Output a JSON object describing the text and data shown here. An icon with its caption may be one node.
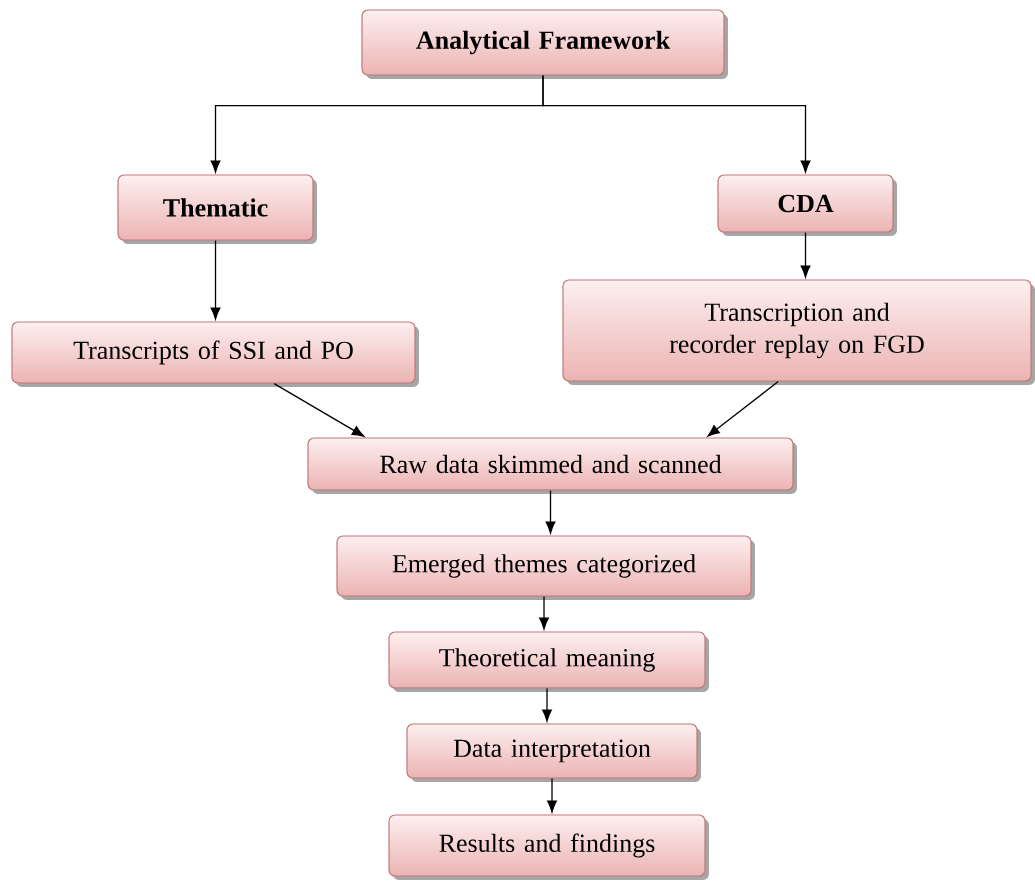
{
  "diagram": {
    "nodes": [
      {
        "text": [
          "Analytical Framework"
        ]
      },
      {
        "text": [
          "Thematic"
        ]
      },
      {
        "text": [
          "CDA"
        ]
      },
      {
        "text": [
          "Transcripts of SSI and PO"
        ]
      },
      {
        "text": [
          "Transcription and recorder replay on FGD"
        ]
      },
      {
        "text": [
          "Raw data skimmed and scanned"
        ]
      },
      {
        "text": [
          "Emerged themes categorized"
        ]
      },
      {
        "text": [
          "Theoretical meaning"
        ]
      },
      {
        "text": [
          "Data interpretation"
        ]
      },
      {
        "text": [
          "Results and findings"
        ]
      }
    ],
    "edges": [
      {
        "from": 0,
        "to": 1,
        "arrow": "to"
      },
      {
        "from": 0,
        "to": 2,
        "arrow": "to"
      },
      {
        "from": 1,
        "to": 3,
        "arrow": "to"
      },
      {
        "from": 2,
        "to": 4,
        "arrow": "to"
      },
      {
        "from": 3,
        "to": 5,
        "arrow": "to"
      },
      {
        "from": 4,
        "to": 5,
        "arrow": "to"
      },
      {
        "from": 5,
        "to": 6,
        "arrow": "to"
      },
      {
        "from": 6,
        "to": 7,
        "arrow": "to"
      },
      {
        "from": 7,
        "to": 8,
        "arrow": "to"
      },
      {
        "from": 8,
        "to": 9,
        "arrow": "to"
      }
    ]
  }
}
